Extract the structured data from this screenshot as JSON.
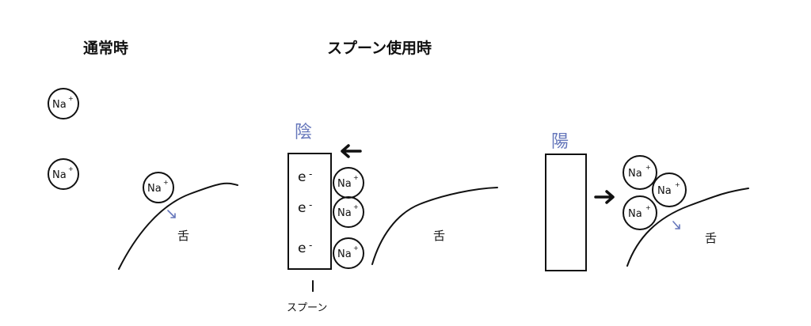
{
  "titles": {
    "normal": "通常時",
    "spoon": "スプーン使用時"
  },
  "labels": {
    "ion": "Na",
    "charge_plus": "+",
    "electron": "e",
    "charge_minus": "-",
    "tongue": "舌",
    "cathode": "陰",
    "anode": "陽",
    "spoon": "スプーン"
  },
  "colors": {
    "ink": "#111111",
    "accent": "#6677bb"
  }
}
